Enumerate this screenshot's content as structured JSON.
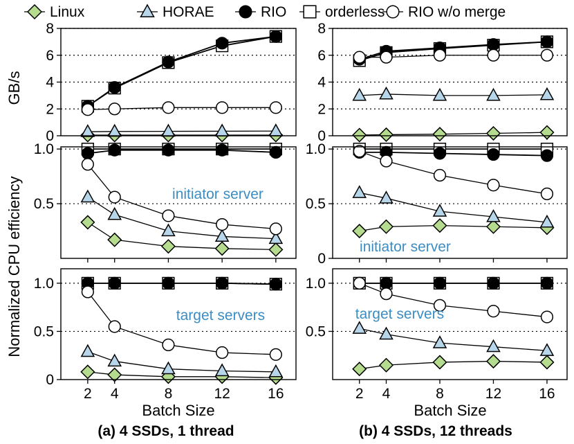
{
  "legend": {
    "entries": [
      {
        "label": "Linux",
        "marker": "diamond",
        "fill": "#b5dc8e"
      },
      {
        "label": "HORAE",
        "marker": "triangle",
        "fill": "#b8d6ea"
      },
      {
        "label": "RIO",
        "marker": "circle",
        "fill": "#000000"
      },
      {
        "label": "orderless",
        "marker": "square",
        "fill": "#ffffff"
      },
      {
        "label": "RIO w/o merge",
        "marker": "circle",
        "fill": "#ffffff"
      }
    ]
  },
  "labels": {
    "y_top": "GB/s",
    "y_shared": "Normalized CPU efficiency",
    "x_left": "Batch Size",
    "x_right": "Batch Size",
    "caption_left": "(a) 4 SSDs, 1 thread",
    "caption_right": "(b) 4 SSDs, 12 threads"
  },
  "chart_data": [
    {
      "id": "a-throughput",
      "type": "line",
      "x": [
        2,
        4,
        8,
        12,
        16
      ],
      "xlim": [
        0,
        17.5
      ],
      "ylim": [
        0,
        8
      ],
      "yticks": [
        0,
        2,
        4,
        6,
        8
      ],
      "ylabel": "GB/s",
      "annotation": "",
      "series": [
        {
          "name": "Linux",
          "values": [
            0.05,
            0.05,
            0.05,
            0.05,
            0.05
          ]
        },
        {
          "name": "HORAE",
          "values": [
            0.3,
            0.32,
            0.33,
            0.34,
            0.35
          ]
        },
        {
          "name": "orderless",
          "values": [
            2.2,
            3.55,
            5.45,
            6.7,
            7.4
          ]
        },
        {
          "name": "RIO",
          "values": [
            2.2,
            3.6,
            5.5,
            6.9,
            7.4
          ]
        },
        {
          "name": "RIO w/o merge",
          "values": [
            1.95,
            2.0,
            2.1,
            2.1,
            2.1
          ]
        }
      ]
    },
    {
      "id": "b-throughput",
      "type": "line",
      "x": [
        2,
        4,
        8,
        12,
        16
      ],
      "xlim": [
        0,
        17.5
      ],
      "ylim": [
        0,
        8
      ],
      "yticks": [
        0,
        2,
        4,
        6,
        8
      ],
      "ylabel": "",
      "annotation": "",
      "series": [
        {
          "name": "Linux",
          "values": [
            0.05,
            0.08,
            0.12,
            0.18,
            0.25
          ]
        },
        {
          "name": "HORAE",
          "values": [
            3.0,
            3.1,
            3.0,
            3.0,
            3.05
          ]
        },
        {
          "name": "orderless",
          "values": [
            5.6,
            6.2,
            6.5,
            6.75,
            7.0
          ]
        },
        {
          "name": "RIO",
          "values": [
            5.7,
            6.3,
            6.55,
            6.8,
            7.0
          ]
        },
        {
          "name": "RIO w/o merge",
          "values": [
            5.85,
            5.85,
            6.0,
            6.0,
            6.0
          ]
        }
      ]
    },
    {
      "id": "a-initiator",
      "type": "line",
      "x": [
        2,
        4,
        8,
        12,
        16
      ],
      "xlim": [
        0,
        17.5
      ],
      "ylim": [
        0,
        1.02
      ],
      "yticks": [
        0.5,
        1.0
      ],
      "ylabel": "",
      "annotation": "initiator server",
      "series": [
        {
          "name": "Linux",
          "values": [
            0.33,
            0.17,
            0.11,
            0.09,
            0.08
          ]
        },
        {
          "name": "HORAE",
          "values": [
            0.56,
            0.4,
            0.25,
            0.2,
            0.18
          ]
        },
        {
          "name": "orderless",
          "values": [
            1.0,
            1.0,
            1.0,
            1.0,
            1.0
          ]
        },
        {
          "name": "RIO",
          "values": [
            0.96,
            0.99,
            0.99,
            0.99,
            0.97
          ]
        },
        {
          "name": "RIO w/o merge",
          "values": [
            0.86,
            0.56,
            0.39,
            0.31,
            0.27
          ]
        }
      ]
    },
    {
      "id": "b-initiator",
      "type": "line",
      "x": [
        2,
        4,
        8,
        12,
        16
      ],
      "xlim": [
        0,
        17.5
      ],
      "ylim": [
        0,
        1.02
      ],
      "yticks": [
        0,
        0.5,
        1.0
      ],
      "ylabel": "",
      "annotation": "initiator server",
      "series": [
        {
          "name": "Linux",
          "values": [
            0.25,
            0.29,
            0.3,
            0.29,
            0.28
          ]
        },
        {
          "name": "HORAE",
          "values": [
            0.6,
            0.55,
            0.43,
            0.38,
            0.33
          ]
        },
        {
          "name": "orderless",
          "values": [
            1.0,
            1.0,
            1.0,
            1.0,
            1.0
          ]
        },
        {
          "name": "RIO",
          "values": [
            0.97,
            0.97,
            0.96,
            0.95,
            0.94
          ]
        },
        {
          "name": "RIO w/o merge",
          "values": [
            0.98,
            0.89,
            0.76,
            0.67,
            0.59
          ]
        }
      ]
    },
    {
      "id": "a-target",
      "type": "line",
      "x": [
        2,
        4,
        8,
        12,
        16
      ],
      "xlim": [
        0,
        17.5
      ],
      "ylim": [
        0,
        1.15
      ],
      "yticks": [
        0,
        0.5,
        1.0
      ],
      "ylabel": "",
      "annotation": "target servers",
      "series": [
        {
          "name": "Linux",
          "values": [
            0.08,
            0.05,
            0.03,
            0.03,
            0.02
          ]
        },
        {
          "name": "HORAE",
          "values": [
            0.29,
            0.19,
            0.11,
            0.09,
            0.08
          ]
        },
        {
          "name": "orderless",
          "values": [
            1.0,
            1.0,
            1.0,
            1.0,
            0.99
          ]
        },
        {
          "name": "RIO",
          "values": [
            1.0,
            1.0,
            1.0,
            1.0,
            0.99
          ]
        },
        {
          "name": "RIO w/o merge",
          "values": [
            0.91,
            0.55,
            0.36,
            0.28,
            0.26
          ]
        }
      ]
    },
    {
      "id": "b-target",
      "type": "line",
      "x": [
        2,
        4,
        8,
        12,
        16
      ],
      "xlim": [
        0,
        17.5
      ],
      "ylim": [
        0,
        1.15
      ],
      "yticks": [
        0.5,
        1.0
      ],
      "ylabel": "",
      "annotation": "target servers",
      "series": [
        {
          "name": "Linux",
          "values": [
            0.11,
            0.15,
            0.18,
            0.19,
            0.18
          ]
        },
        {
          "name": "HORAE",
          "values": [
            0.53,
            0.47,
            0.38,
            0.34,
            0.3
          ]
        },
        {
          "name": "orderless",
          "values": [
            1.0,
            1.0,
            1.0,
            1.0,
            1.0
          ]
        },
        {
          "name": "RIO",
          "values": [
            1.0,
            1.0,
            1.0,
            1.0,
            1.0
          ]
        },
        {
          "name": "RIO w/o merge",
          "values": [
            1.0,
            0.89,
            0.77,
            0.71,
            0.65
          ]
        }
      ]
    }
  ]
}
